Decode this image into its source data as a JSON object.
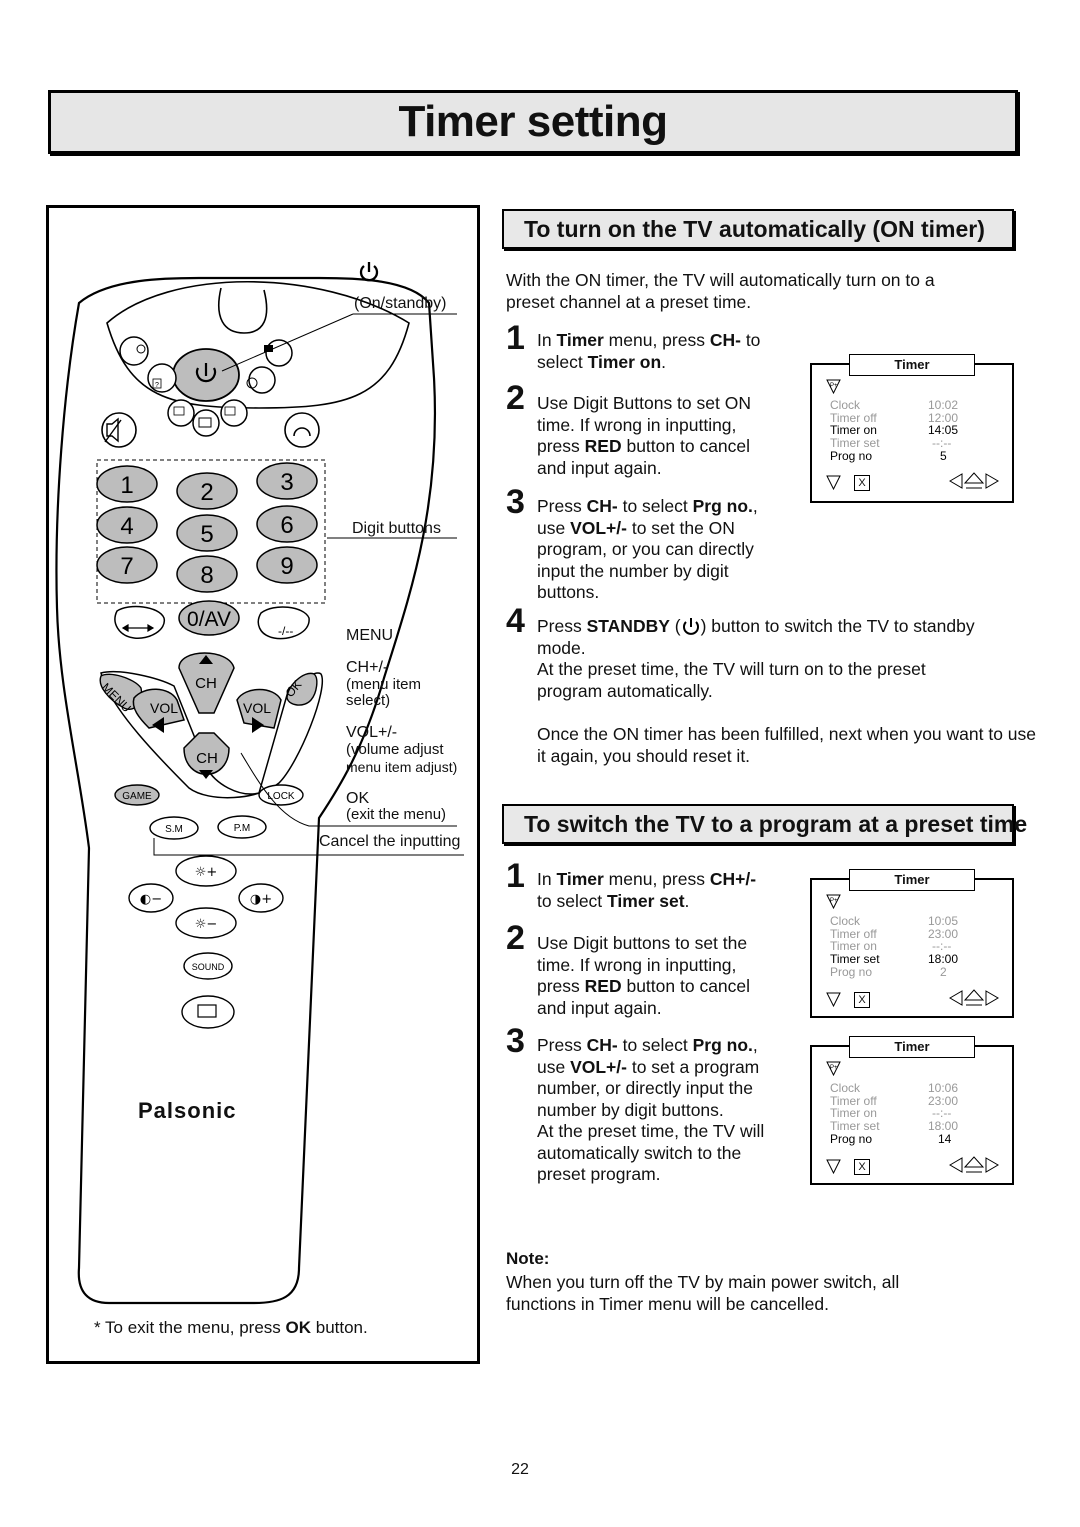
{
  "title": "Timer setting",
  "remote": {
    "labels": {
      "on_standby": "(On/standby)",
      "digit_buttons": "Digit buttons",
      "menu": "MENU",
      "ch_line1": "CH+/-",
      "ch_line2": "(menu item",
      "ch_line3": "select)",
      "vol_line1": "VOL+/-",
      "vol_line2": "(volume adjust",
      "vol_line3": "menu item adjust)",
      "ok_line1": "OK",
      "ok_line2": "(exit the menu)",
      "cancel": "Cancel the inputting"
    },
    "keys": {
      "d1": "1",
      "d2": "2",
      "d3": "3",
      "d4": "4",
      "d5": "5",
      "d6": "6",
      "d7": "7",
      "d8": "8",
      "d9": "9",
      "d0": "0/AV",
      "dash": "-/--",
      "ch": "CH",
      "vol": "VOL",
      "menu": "MENU",
      "ok": "OK",
      "game": "GAME",
      "lock": "LOCK",
      "sm": "S.M",
      "pm": "P.M",
      "sound": "SOUND",
      "help": "?"
    },
    "brand": "Palsonic",
    "footnote_pre": "* To exit the menu, press ",
    "footnote_bold": "OK",
    "footnote_post": " button."
  },
  "on_timer": {
    "heading": "To turn on the TV automatically (ON timer)",
    "intro": "With the ON timer, the TV will automatically turn on to a preset channel at a preset time.",
    "steps": [
      {
        "num": "1",
        "a": "In ",
        "b1": "Timer",
        "c": " menu, press ",
        "b2": "CH-",
        "d": " to",
        "line2_pre": "select ",
        "line2_bold": "Timer on",
        "line2_post": "."
      },
      {
        "num": "2",
        "line1_pre": "Use Digit Buttons to set ON",
        "line2": "time. If wrong in inputting,",
        "line3_pre": "press ",
        "line3_bold": "RED",
        "line3_post": " button to cancel",
        "line4": "and input again."
      },
      {
        "num": "3",
        "line1_pre": "Press ",
        "line1_b1": "CH-",
        "line1_mid": " to select ",
        "line1_b2": "Prg no.",
        "line1_post": ",",
        "line2_pre": "use ",
        "line2_bold": "VOL+/-",
        "line2_post": " to set the ON",
        "line3": "program, or you can directly",
        "line4": "input the number by digit",
        "line5": "buttons."
      },
      {
        "num": "4",
        "line1_pre": "Press ",
        "line1_bold": "STANDBY",
        "line1_open": " (",
        "line1_post": ") button to switch the TV to standby",
        "line2": "mode.",
        "line3": "At the preset time, the TV will turn on to the preset",
        "line4": "program automatically."
      }
    ],
    "after": "Once the ON timer has been fulfilled, next when you want to use it again, you should reset it."
  },
  "program_timer": {
    "heading": "To switch the TV to a program at a preset time",
    "steps": [
      {
        "num": "1",
        "a": "In ",
        "b1": "Timer",
        "c": " menu, press ",
        "b2": "CH+/-",
        "line2_pre": "to select ",
        "line2_bold": "Timer set",
        "line2_post": "."
      },
      {
        "num": "2",
        "line1": "Use Digit buttons to set the",
        "line2": "time. If wrong in inputting,",
        "line3_pre": "press ",
        "line3_bold": "RED",
        "line3_post": " button to cancel",
        "line4": "and input again."
      },
      {
        "num": "3",
        "line1_pre": "Press ",
        "line1_b1": "CH-",
        "line1_mid": " to select ",
        "line1_b2": "Prg no.",
        "line1_post": ",",
        "line2_pre": "use ",
        "line2_bold": "VOL+/-",
        "line2_post": " to set a program",
        "line3": "number, or directly input the",
        "line4": "number by digit buttons.",
        "line5": "At the preset time, the TV will",
        "line6": "automatically switch to the",
        "line7": "preset program."
      }
    ]
  },
  "osd": [
    {
      "title": "Timer",
      "rows": [
        {
          "label": "Clock",
          "value": "10:02"
        },
        {
          "label": "Timer off",
          "value": "12:00"
        },
        {
          "label": "Timer on",
          "value": "14:05"
        },
        {
          "label": "Timer set",
          "value": "--:--"
        },
        {
          "label": "Prog no",
          "value": "5"
        }
      ],
      "x": "X"
    },
    {
      "title": "Timer",
      "rows": [
        {
          "label": "Clock",
          "value": "10:05"
        },
        {
          "label": "Timer off",
          "value": "23:00"
        },
        {
          "label": "Timer on",
          "value": "--:--"
        },
        {
          "label": "Timer set",
          "value": "18:00"
        },
        {
          "label": "Prog no",
          "value": "2"
        }
      ],
      "x": "X"
    },
    {
      "title": "Timer",
      "rows": [
        {
          "label": "Clock",
          "value": "10:06"
        },
        {
          "label": "Timer off",
          "value": "23:00"
        },
        {
          "label": "Timer on",
          "value": "--:--"
        },
        {
          "label": "Timer set",
          "value": "18:00"
        },
        {
          "label": "Prog no",
          "value": "14"
        }
      ],
      "x": "X"
    }
  ],
  "note": {
    "label": "Note:",
    "text": "When you turn off the TV by main power switch, all functions in Timer menu will be cancelled."
  },
  "page_number": "22"
}
